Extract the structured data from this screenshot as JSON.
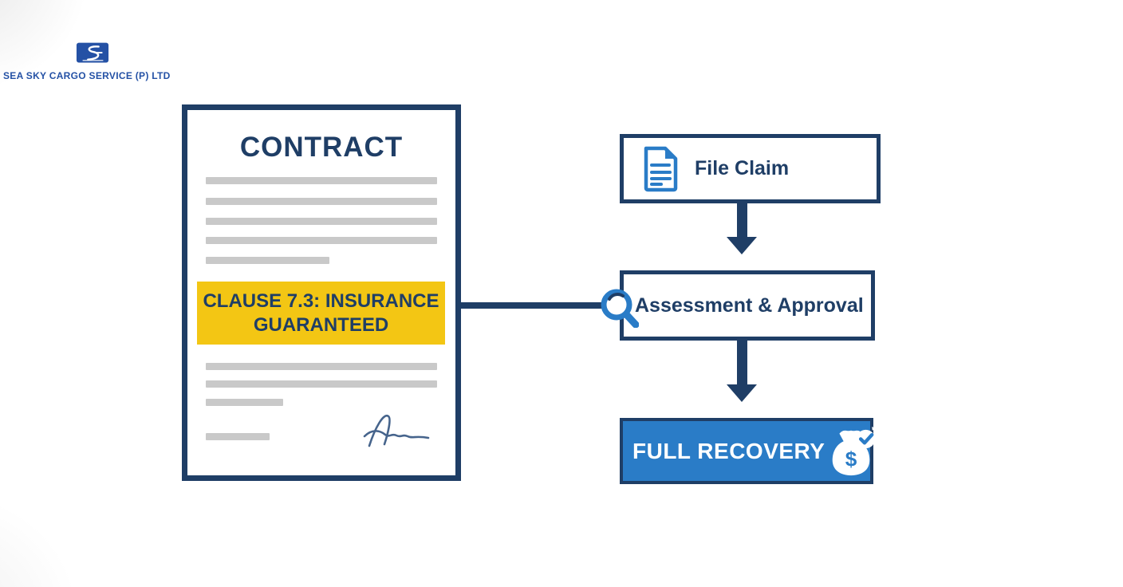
{
  "logo": {
    "company": "SEA SKY CARGO SERVICE (P) LTD",
    "mark_icon": "sea-sky-logo-icon",
    "color": "#2451a5"
  },
  "contract": {
    "title": "CONTRACT",
    "clause": {
      "line1": "CLAUSE 7.3: INSURANCE",
      "line2": "GUARANTEED",
      "highlight_color": "#f3c614"
    },
    "placeholder_line_color": "#c9c9c9",
    "signature_icon": "signature"
  },
  "flow": {
    "connector": "contract-to-assessment-line",
    "steps": [
      {
        "label": "File Claim",
        "icon": "document-icon",
        "style": "white"
      },
      {
        "label": "Assessment & Approval",
        "icon": "magnifier-icon",
        "style": "white"
      },
      {
        "label": "FULL RECOVERY",
        "icon": "money-bag-check-icon",
        "money_symbol": "$",
        "style": "blue"
      }
    ]
  },
  "colors": {
    "navy": "#1f3e66",
    "accent_blue": "#2a7cc7",
    "highlight_yellow": "#f3c614",
    "placeholder_gray": "#c9c9c9",
    "logo_blue": "#2451a5"
  }
}
